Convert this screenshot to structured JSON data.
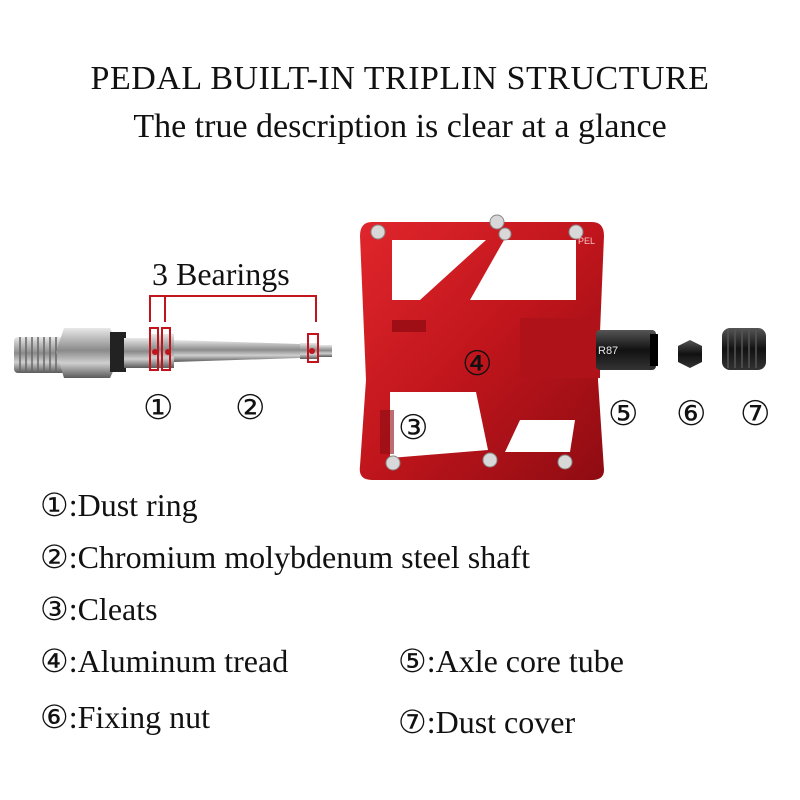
{
  "header": {
    "title": "PEDAL BUILT-IN TRIPLIN STRUCTURE",
    "subtitle": "The true description is clear at a glance"
  },
  "diagram": {
    "bearings_label": "3 Bearings",
    "markers": [
      "①",
      "②",
      "③",
      "④",
      "⑤",
      "⑥",
      "⑦"
    ],
    "pedal_print_small": "PEL",
    "tube_print": "R87",
    "colors": {
      "pedal_red": "#c0151c",
      "bearing_line": "#c0151c",
      "tube": "#111111",
      "steel": "#9a9a9a"
    }
  },
  "legend": [
    {
      "num": "①",
      "sep": ":",
      "text": "Dust ring"
    },
    {
      "num": "②",
      "sep": ":",
      "text": "Chromium molybdenum steel shaft"
    },
    {
      "num": "③",
      "sep": ":",
      "text": "Cleats"
    },
    {
      "num": "④",
      "sep": ":",
      "text": "Aluminum tread"
    },
    {
      "num": "⑤",
      "sep": ":",
      "text": "Axle core tube"
    },
    {
      "num": "⑥",
      "sep": ":",
      "text": "Fixing nut"
    },
    {
      "num": "⑦",
      "sep": ":",
      "text": "Dust cover"
    }
  ]
}
